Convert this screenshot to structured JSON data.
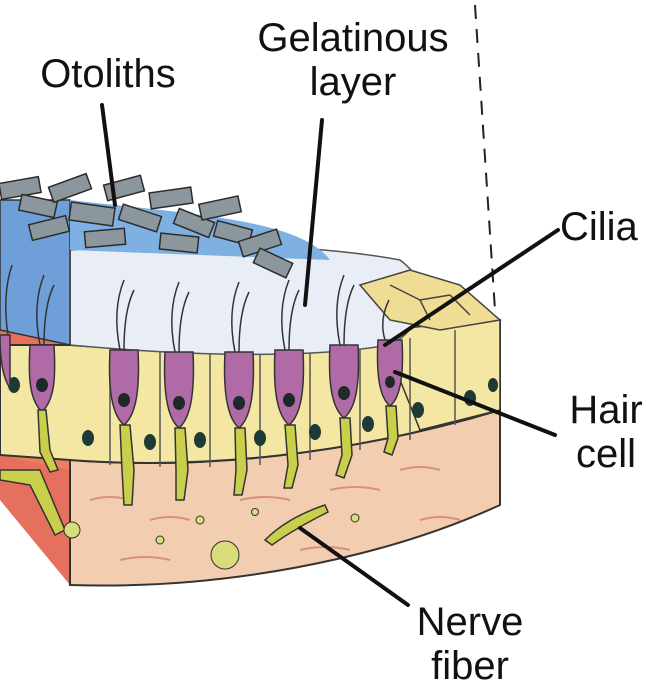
{
  "labels": {
    "otoliths": "Otoliths",
    "gelatinous_line1": "Gelatinous",
    "gelatinous_line2": "layer",
    "cilia": "Cilia",
    "hair_line1": "Hair",
    "hair_line2": "cell",
    "nerve_line1": "Nerve",
    "nerve_line2": "fiber"
  },
  "colors": {
    "blue_layer": "#6f9fd8",
    "gel": "#e9eef6",
    "otolith": "#8c979d",
    "epithelium": "#f3e7a3",
    "hair_cell": "#b06aa6",
    "nucleus": "#1e2a2a",
    "nerve": "#c9cf4a",
    "connective": "#f3cdb0",
    "side_red": "#e6705e"
  }
}
